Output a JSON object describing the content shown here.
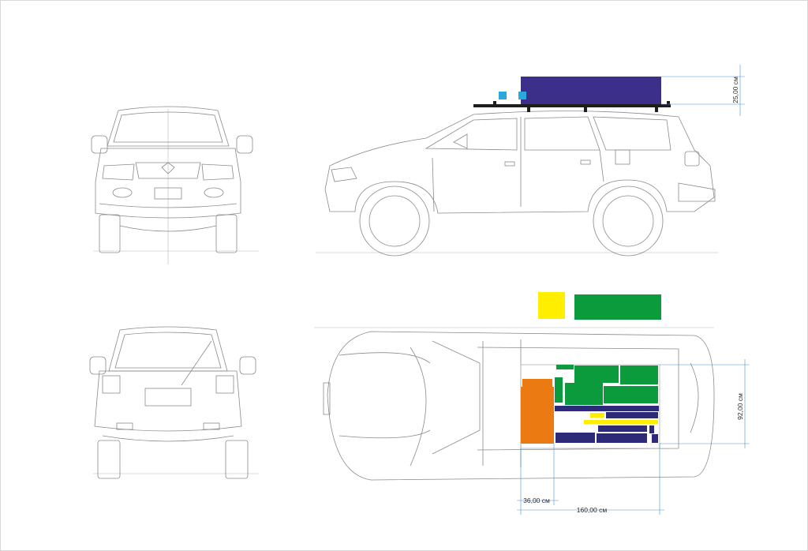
{
  "colors": {
    "outline": "#8a8a8a",
    "roof_box": "#3b2f8a",
    "rack": "#1e1e1e",
    "cyan": "#29a8e0",
    "yellow": "#ffee00",
    "green": "#0b9a3c",
    "orange": "#ec7a12",
    "navy": "#2e2a7a",
    "dimension": "#4a8fd0"
  },
  "dimensions": {
    "roof_height": "25,00 см",
    "cargo_width": "92,00 см",
    "small_length": "36,00 см",
    "cargo_length": "160,00 см"
  }
}
